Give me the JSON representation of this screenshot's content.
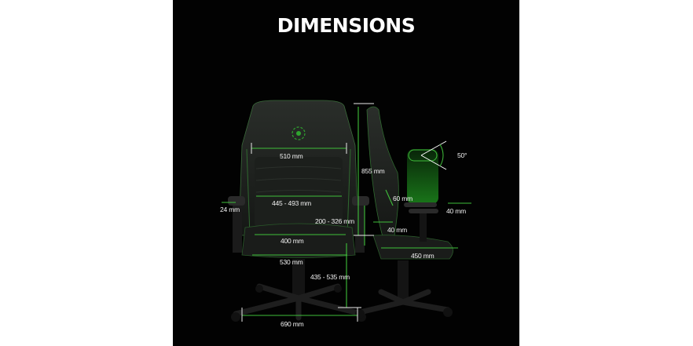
{
  "title": "DIMENSIONS",
  "colors": {
    "background": "#020202",
    "accent": "#44d62c",
    "measure_line": "#3fbf3a",
    "text": "#f2f2f2"
  },
  "front_view": {
    "backrest_width": "510 mm",
    "seat_back_width": "445 - 493 mm",
    "armrest_width": "24 mm",
    "armrest_height": "200 - 326 mm",
    "seat_width": "400 mm",
    "seat_total_width": "530 mm",
    "seat_height": "435 - 535 mm",
    "base_width": "690 mm"
  },
  "side_view": {
    "backrest_height": "855 mm",
    "lumbar_adjust": "60 mm",
    "seat_depth_adjust": "40 mm",
    "seat_depth": "450 mm",
    "armrest_slide": "40 mm",
    "armrest_rotation": "50°"
  }
}
